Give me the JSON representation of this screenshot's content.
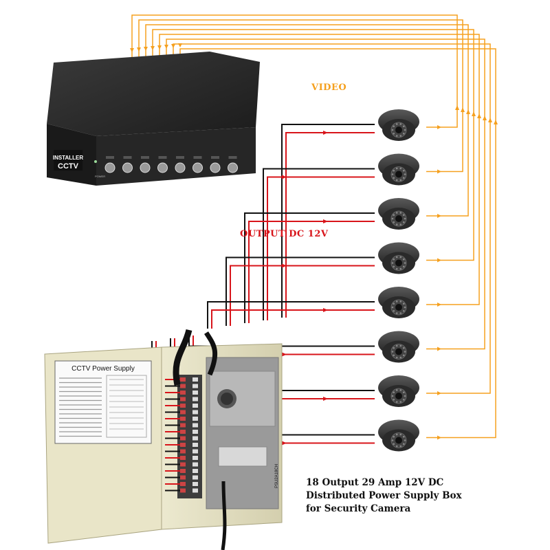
{
  "labels": {
    "video": "VIDEO",
    "output_dc": "OUTPUT DC 12V"
  },
  "caption": {
    "line1": "18 Output 29 Amp 12V DC",
    "line2": "Distributed Power Supply Box",
    "line3": "for Security Camera"
  },
  "dvr": {
    "brand_line1": "INSTALLER",
    "brand_line2": "CCTV",
    "power_label": "POWER"
  },
  "power_supply": {
    "door_title": "CCTV Power Supply",
    "model": "PSU2A18CH"
  },
  "cameras": {
    "count": 8,
    "icon": "dome-camera-icon"
  },
  "colors": {
    "video_wire": "#f5a01e",
    "power_positive": "#d8141a",
    "power_negative": "#111111",
    "enclosure": "#e6e2c4",
    "dvr_body": "#2b2b2b"
  }
}
